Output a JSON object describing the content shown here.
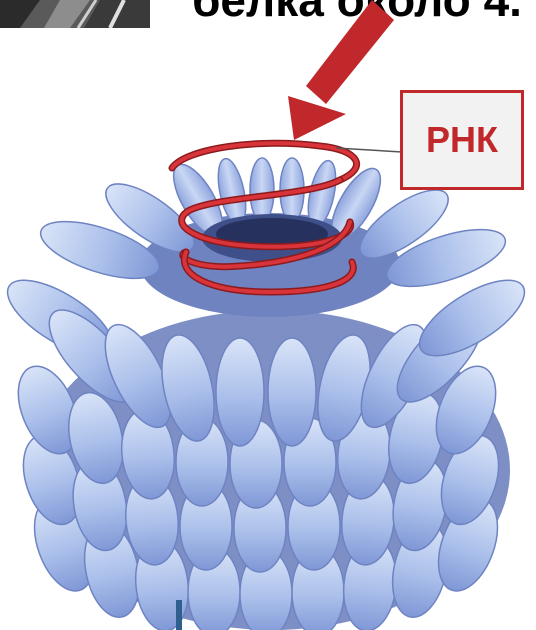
{
  "header": {
    "caption": "белка около 4..."
  },
  "label": {
    "text": "РНК"
  },
  "colors": {
    "arrow": "#c0282b",
    "rna_helix": "#c0282b",
    "protein_subunits": "#a9bfe8",
    "label_border": "#c0282b",
    "label_fill": "#f2f2f2"
  },
  "icons": {
    "thumbnail": "photo-thumbnail"
  }
}
